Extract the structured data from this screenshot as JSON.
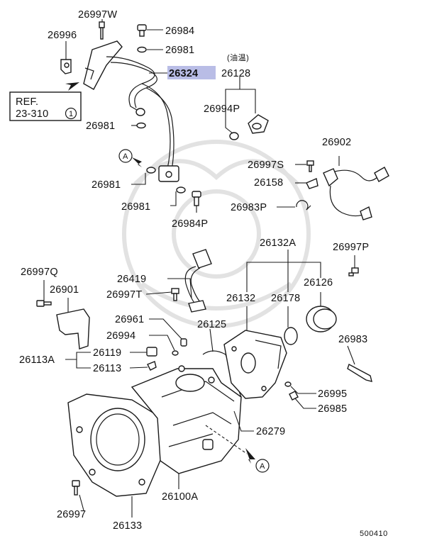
{
  "diagram": {
    "highlight_color": "#b9bde6",
    "highlighted_part": "26324",
    "drawing_number": "500410",
    "ref_box": {
      "line1": "REF.",
      "line2": "23-310",
      "circle": "1"
    },
    "oil_temp_note": "(油温)",
    "view_marker": "A",
    "labels": {
      "p26997w": "26997W",
      "p26984": "26984",
      "p26996": "26996",
      "p26981a": "26981",
      "p26324": "26324",
      "p26128": "26128",
      "p26981b": "26981",
      "p26994p": "26994P",
      "p26902": "26902",
      "p26997s": "26997S",
      "p26158": "26158",
      "p26981c": "26981",
      "p26981d": "26981",
      "p26983p": "26983P",
      "p26984p": "26984P",
      "p26132a": "26132A",
      "p26997p": "26997P",
      "p26997q": "26997Q",
      "p26419": "26419",
      "p26901": "26901",
      "p26997t": "26997T",
      "p26132": "26132",
      "p26178": "26178",
      "p26126": "26126",
      "p26961": "26961",
      "p26125": "26125",
      "p26994": "26994",
      "p26983": "26983",
      "p26119": "26119",
      "p26113a": "26113A",
      "p26113": "26113",
      "p26995": "26995",
      "p26985": "26985",
      "p26279": "26279",
      "p26997": "26997",
      "p26100a": "26100A",
      "p26133": "26133"
    }
  }
}
